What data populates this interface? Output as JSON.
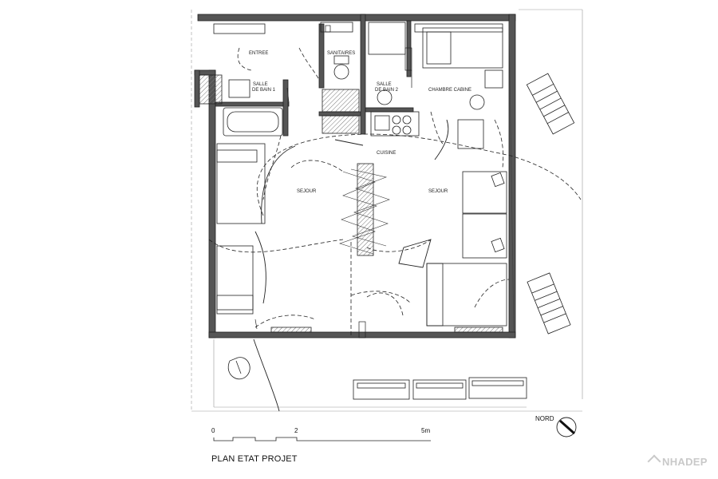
{
  "rooms": {
    "entree": "ENTREE",
    "sanitaires": "SANITAIRES",
    "salle_bain_1_line1": "SALLE",
    "salle_bain_1_line2": "DE BAIN 1",
    "salle_bain_2_line1": "SALLE",
    "salle_bain_2_line2": "DE BAIN 2",
    "chambre_cabine": "CHAMBRE CABINE",
    "cuisine": "CUISINE",
    "sejour_left": "SEJOUR",
    "sejour_right": "SEJOUR"
  },
  "scale": {
    "zero": "0",
    "two": "2",
    "five": "5m"
  },
  "north_label": "NORD",
  "title": "PLAN ETAT PROJET",
  "logo": "NHADEP",
  "colors": {
    "wall": "#555555",
    "line": "#222222",
    "hatch": "#888888"
  }
}
